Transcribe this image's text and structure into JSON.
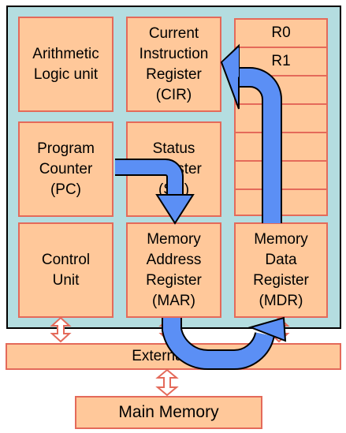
{
  "components": {
    "alu": "Arithmetic\nLogic unit",
    "cir": "Current\nInstruction\nRegister\n(CIR)",
    "pc": "Program\nCounter\n(PC)",
    "sr": "Status\nRegister\n(SR)",
    "cu": "Control\nUnit",
    "mar": "Memory\nAddress\nRegister\n(MAR)",
    "mdr": "Memory\nData\nRegister\n(MDR)"
  },
  "registers": [
    "R0",
    "R1"
  ],
  "bus_label": "External bus",
  "main_memory": "Main Memory",
  "colors": {
    "cpu_fill": "#b4dde0",
    "box_fill": "#ffc89a",
    "box_border": "#e46a5a",
    "flow_arrow": "#5b8ff5"
  }
}
